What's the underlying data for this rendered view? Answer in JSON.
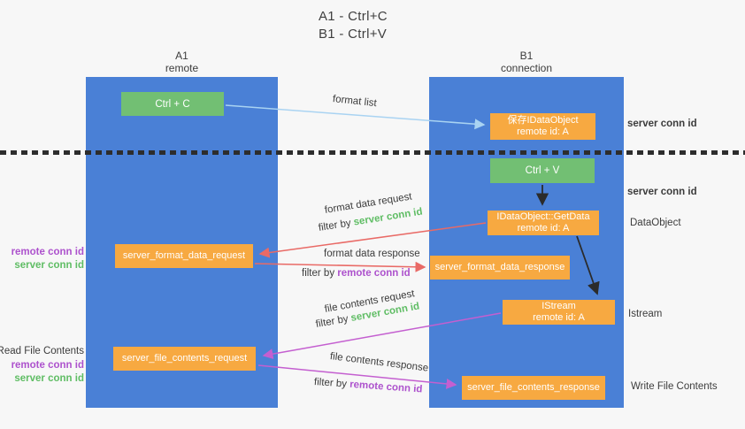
{
  "title": {
    "line1": "A1 - Ctrl+C",
    "line2": "B1 - Ctrl+V"
  },
  "lanes": {
    "left": {
      "name": "A1",
      "role": "remote"
    },
    "right": {
      "name": "B1",
      "role": "connection"
    }
  },
  "boxes": {
    "ctrl_c": {
      "label": "Ctrl + C"
    },
    "ctrl_v": {
      "label": "Ctrl + V"
    },
    "save_dataobject": {
      "line1": "保存IDataObject",
      "line2": "remote id: A"
    },
    "getdata": {
      "line1": "IDataObject::GetData",
      "line2": "remote id: A"
    },
    "istream": {
      "line1": "IStream",
      "line2": "remote id: A"
    },
    "format_request": {
      "label": "server_format_data_request"
    },
    "format_response": {
      "label": "server_format_data_response"
    },
    "file_request": {
      "label": "server_file_contents_request"
    },
    "file_response": {
      "label": "server_file_contents_response"
    }
  },
  "arrows": {
    "format_list": {
      "label": "format list"
    },
    "format_data_request": {
      "label": "format data request",
      "filter_prefix": "filter by ",
      "filter_key": "server conn id"
    },
    "format_data_response": {
      "label": "format data response",
      "filter_prefix": "filter by ",
      "filter_key": "remote conn id"
    },
    "file_contents_request": {
      "label": "file contents request",
      "filter_prefix": "filter by ",
      "filter_key": "server conn id"
    },
    "file_contents_response": {
      "label": "file contents response",
      "filter_prefix": "filter by ",
      "filter_key": "remote conn id"
    }
  },
  "side_labels": {
    "left": {
      "format_pair": {
        "remote": "remote conn id",
        "server": "server conn id"
      },
      "read_file": "Read File Contents",
      "file_pair": {
        "remote": "remote conn id",
        "server": "server conn id"
      }
    },
    "right": {
      "server_conn_top": "server conn id",
      "server_conn_mid": "server conn id",
      "dataobject": "DataObject",
      "istream": "Istream",
      "write_file": "Write File Contents"
    }
  },
  "colors": {
    "lane_blue": "#4a80d6",
    "box_green": "#72bf73",
    "box_orange": "#f7a941",
    "arrow_light_blue": "#a9d3f2",
    "arrow_red": "#e96a66",
    "arrow_magenta": "#c45fd0",
    "arrow_black": "#2b2b2b",
    "label_green": "#5fbd64",
    "label_purple": "#ad52cd",
    "text_dark": "#3c3c3c",
    "background": "#f7f7f7",
    "dotted_line": "#2d2d2d"
  }
}
